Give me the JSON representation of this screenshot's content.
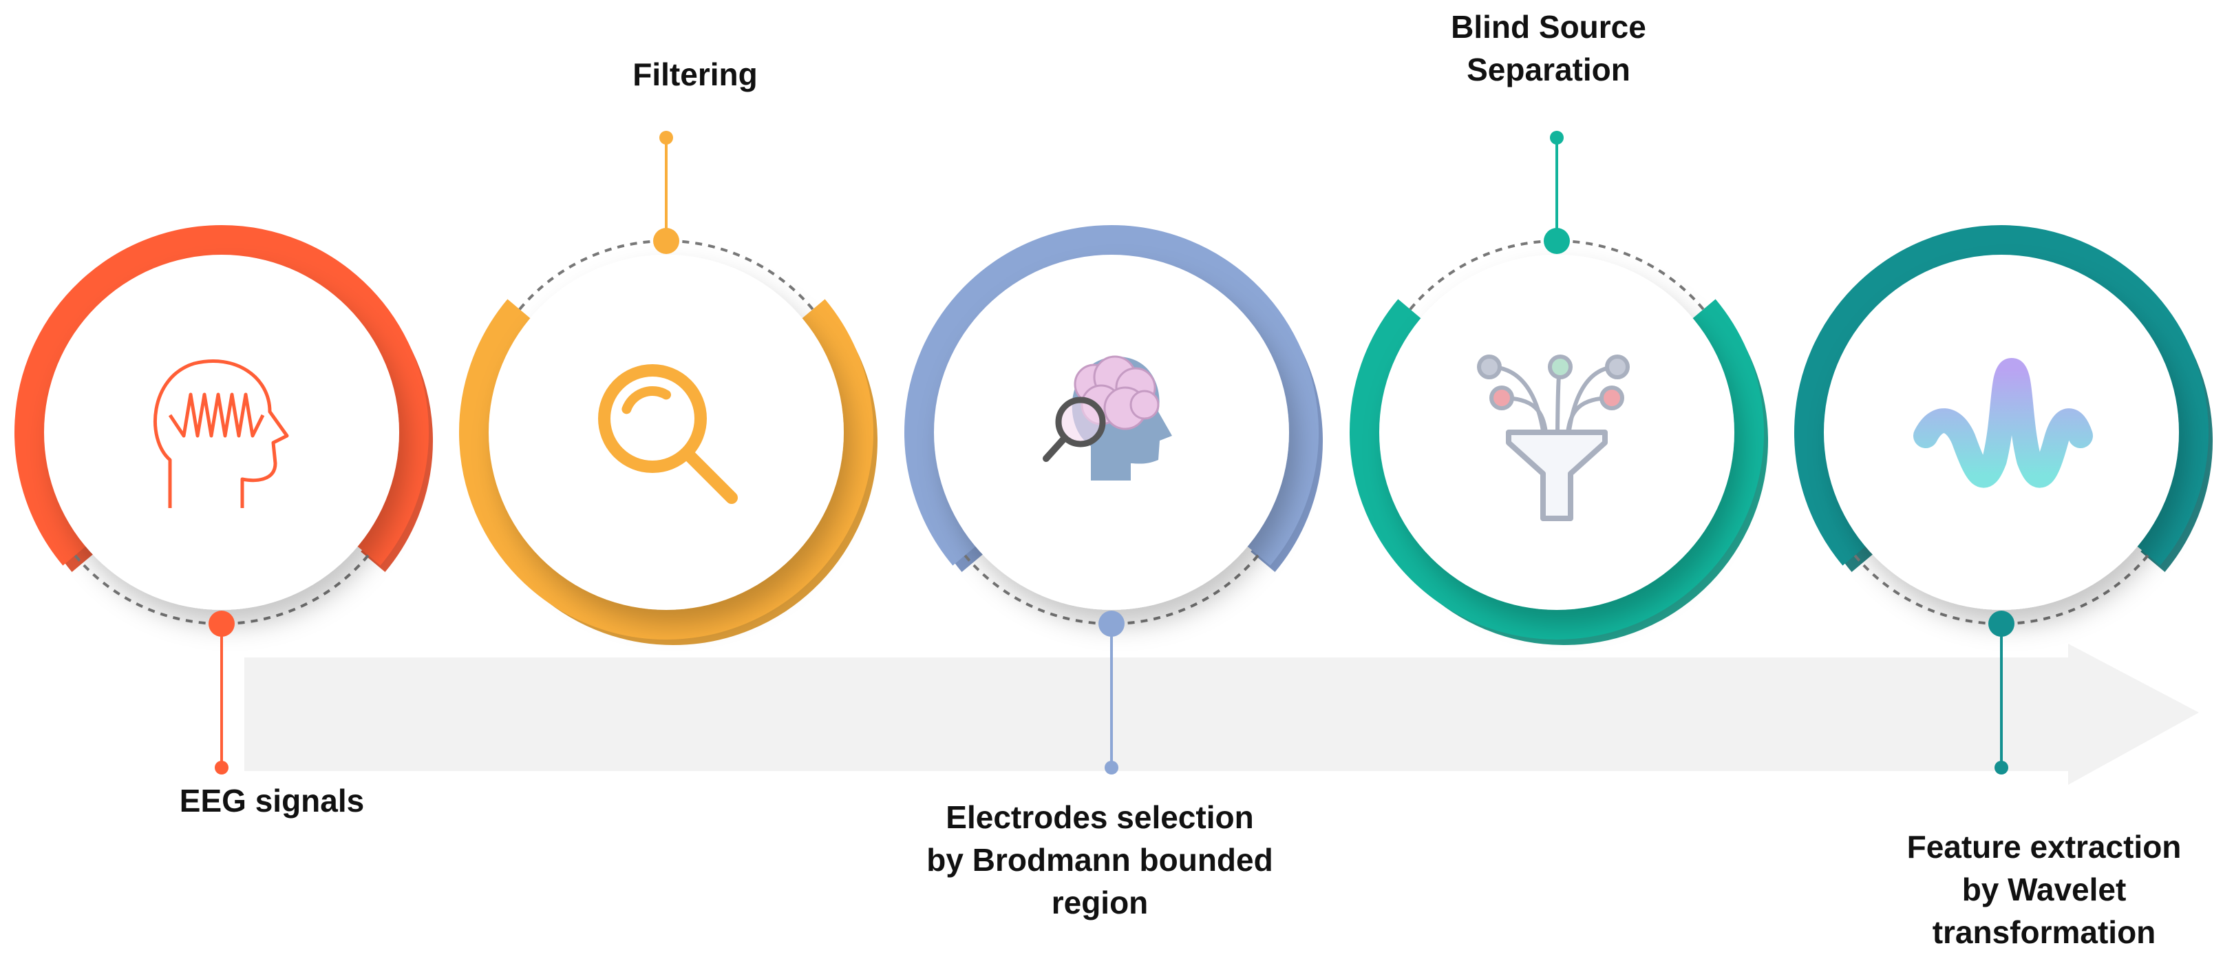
{
  "steps": [
    {
      "label_lines": [
        "EEG signals"
      ],
      "color": "#FF5E36",
      "dark": "#D8431F",
      "icon": "head-with-brainwave-icon"
    },
    {
      "label_lines": [
        "Filtering"
      ],
      "color": "#F9AE3C",
      "dark": "#D38E22",
      "icon": "magnifier-icon"
    },
    {
      "label_lines": [
        "Electrodes selection",
        "by Brodmann bounded",
        "region"
      ],
      "color": "#8CA6D5",
      "dark": "#6C86B8",
      "icon": "brain-inspection-icon"
    },
    {
      "label_lines": [
        "Blind Source",
        "Separation"
      ],
      "color": "#12B49C",
      "dark": "#0A8E7B",
      "icon": "filter-funnel-icon"
    },
    {
      "label_lines": [
        "Feature extraction",
        "by Wavelet",
        "transformation"
      ],
      "color": "#139090",
      "dark": "#0D6F6F",
      "icon": "wavelet-icon"
    }
  ],
  "arrow": {
    "color": "#F2F2F2"
  }
}
